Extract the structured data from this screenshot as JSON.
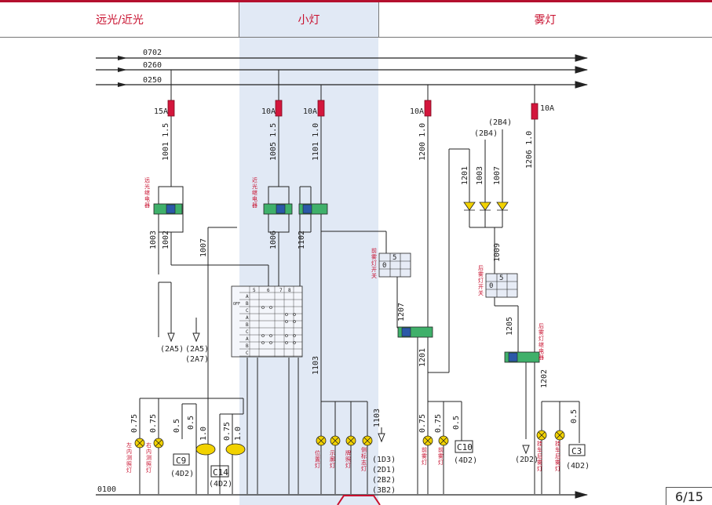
{
  "headers": {
    "high_low_beam": "远光/近光",
    "small_light": "小灯",
    "fog_light": "雾灯"
  },
  "wires": {
    "w0702": "0702",
    "w0260": "0260",
    "w0250": "0250",
    "w0100": "0100",
    "w1001": "1001 1.5",
    "w1005": "1005 1.5",
    "w1101": "1101 1.0",
    "w1200": "1200 1.0",
    "w1206": "1206 1.0",
    "w1003": "1003",
    "w1002": "1002",
    "w1007a": "1007",
    "w1006": "1006",
    "w1102": "1102",
    "w1201a": "1201",
    "w1003b": "1003",
    "w1007b": "1007",
    "w1009": "1009",
    "w1207": "1207",
    "w1201b": "1201",
    "w1205": "1205",
    "w1202": "1202",
    "w1103": "1103",
    "w1103b": "1103"
  },
  "fuses": {
    "f1": "15A",
    "f2": "10A",
    "f3": "10A",
    "f4": "10A",
    "f5": "10A"
  },
  "labels": {
    "high_beam_relay": "远光继电器",
    "low_beam_relay": "近光继电器",
    "front_fog_switch": "前雾灯开关",
    "rear_fog_switch": "后雾灯开关",
    "rear_fog_relay": "后雾灯继电器",
    "left_inner": "左内测照灯",
    "right_inner": "右内测照灯",
    "position_lamp": "位置灯",
    "marker_lamp": "示廓灯",
    "plate_lamp": "牌照灯",
    "side_lamp": "侧标志灯",
    "front_fog": "前雾灯",
    "front_fog2": "前雾灯",
    "trailer_rear_fog": "挂车后雾灯",
    "trailer_rear_fog2": "挂车后雾灯"
  },
  "refs": {
    "r2a5a": "(2A5)",
    "r2a5b": "(2A5)",
    "r2a7": "(2A7)",
    "r2b4a": "(2B4)",
    "r2b4b": "(2B4)",
    "c9": "C9",
    "r4d2a": "(4D2)",
    "c14": "C14",
    "r4d2b": "(4D2)",
    "c10": "C10",
    "r4d2c": "(4D2)",
    "c3": "C3",
    "r4d2d": "(4D2)",
    "r2d2": "(2D2)",
    "r1d3": "(1D3)",
    "r2d1": "(2D1)",
    "r2b2": "(2B2)",
    "r3b2": "(3B2)"
  },
  "gauges": {
    "g1": "0.75",
    "g2": "0.75",
    "g3": "0.5",
    "g4": "0.5",
    "g5": "1.0",
    "g6": "0.75",
    "g7": "1.0",
    "g8": "0.75",
    "g9": "0.75",
    "g10": "0.5",
    "g11": "0.5"
  },
  "switch_table": {
    "cols": [
      "5",
      "6",
      "7",
      "8"
    ],
    "rows": [
      "A",
      "B",
      "C",
      "A",
      "B",
      "C",
      "A",
      "B",
      "C"
    ],
    "off": "OFF"
  },
  "page_number": "6/15",
  "colors": {
    "accent": "#c8102e",
    "fuse": "#d3163c",
    "relay": "#3fb06a",
    "band": "#d7e1f1"
  }
}
